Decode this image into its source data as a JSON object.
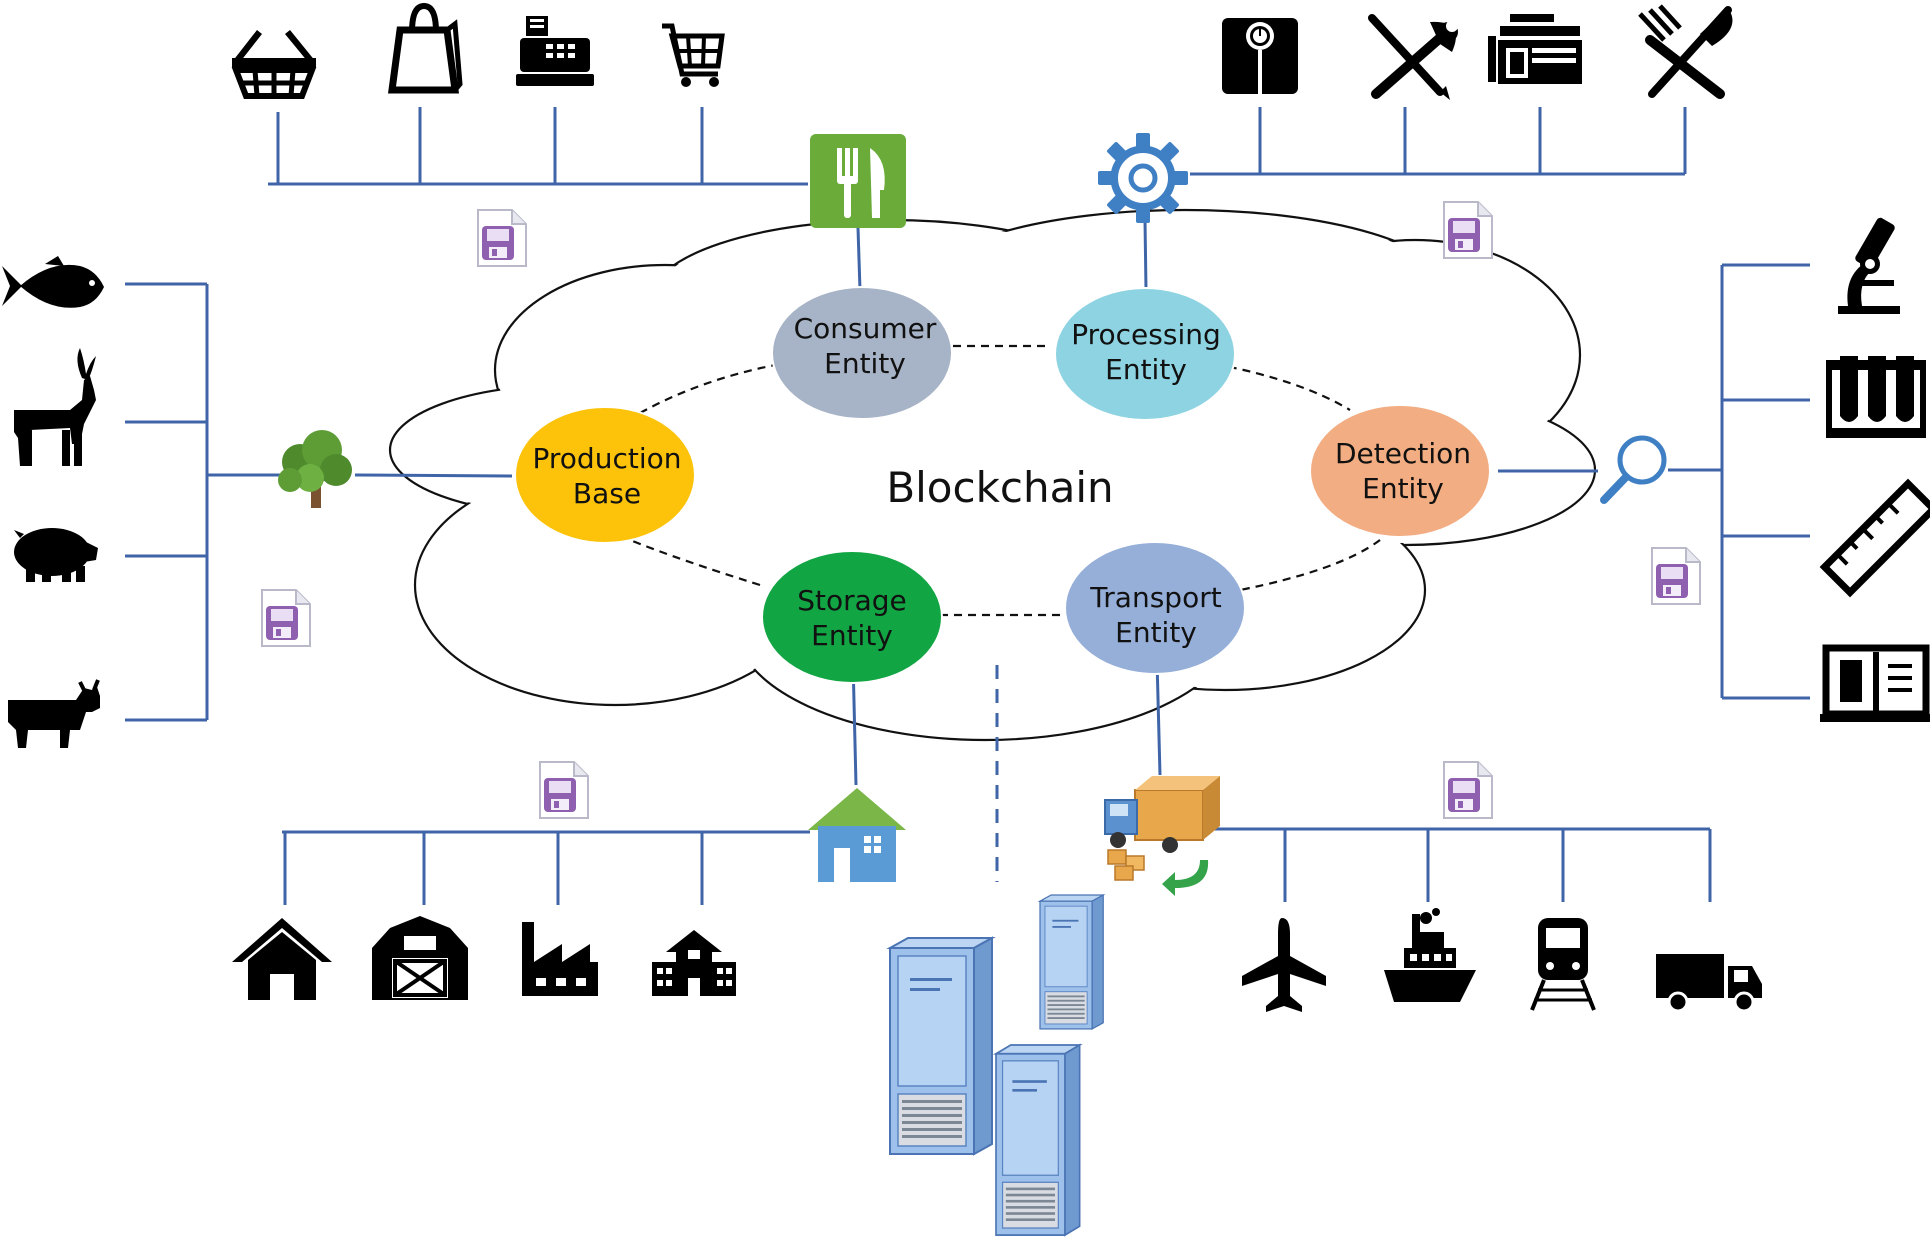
{
  "diagram": {
    "center_label": "Blockchain",
    "entities": [
      {
        "id": "consumer",
        "line1": "Consumer",
        "line2": "Entity",
        "color": "#a7b3c6"
      },
      {
        "id": "processing",
        "line1": "Processing",
        "line2": "Entity",
        "color": "#8dd3e2"
      },
      {
        "id": "production",
        "line1": "Production",
        "line2": "Base",
        "color": "#fcc30a"
      },
      {
        "id": "detection",
        "line1": "Detection",
        "line2": "Entity",
        "color": "#f2ad82"
      },
      {
        "id": "storage",
        "line1": "Storage",
        "line2": "Entity",
        "color": "#12a543"
      },
      {
        "id": "transport",
        "line1": "Transport",
        "line2": "Entity",
        "color": "#96afd9"
      }
    ],
    "colors": {
      "connector": "#3f65a8",
      "hub_green": "#6aab3a",
      "gear_blue": "#3f7fc4",
      "house_blue": "#5b9bd5",
      "house_roof": "#7ab648",
      "server_blue": "#8fb4e3",
      "document_purple": "#8f5fb0",
      "icon_black": "#000000"
    },
    "icon_groups": {
      "consumer": [
        "basket-icon",
        "shopping-bag-icon",
        "cash-register-icon",
        "shopping-cart-icon"
      ],
      "processing": [
        "scale-icon",
        "tools-icon",
        "printer-icon",
        "fork-knife-icon"
      ],
      "production": [
        "fish-icon",
        "deer-icon",
        "pig-icon",
        "cow-icon"
      ],
      "detection": [
        "microscope-icon",
        "test-tubes-icon",
        "ruler-icon",
        "book-icon"
      ],
      "storage": [
        "house-icon",
        "barn-icon",
        "factory-icon",
        "school-icon"
      ],
      "transport": [
        "airplane-icon",
        "ship-icon",
        "train-icon",
        "truck-icon"
      ]
    }
  }
}
